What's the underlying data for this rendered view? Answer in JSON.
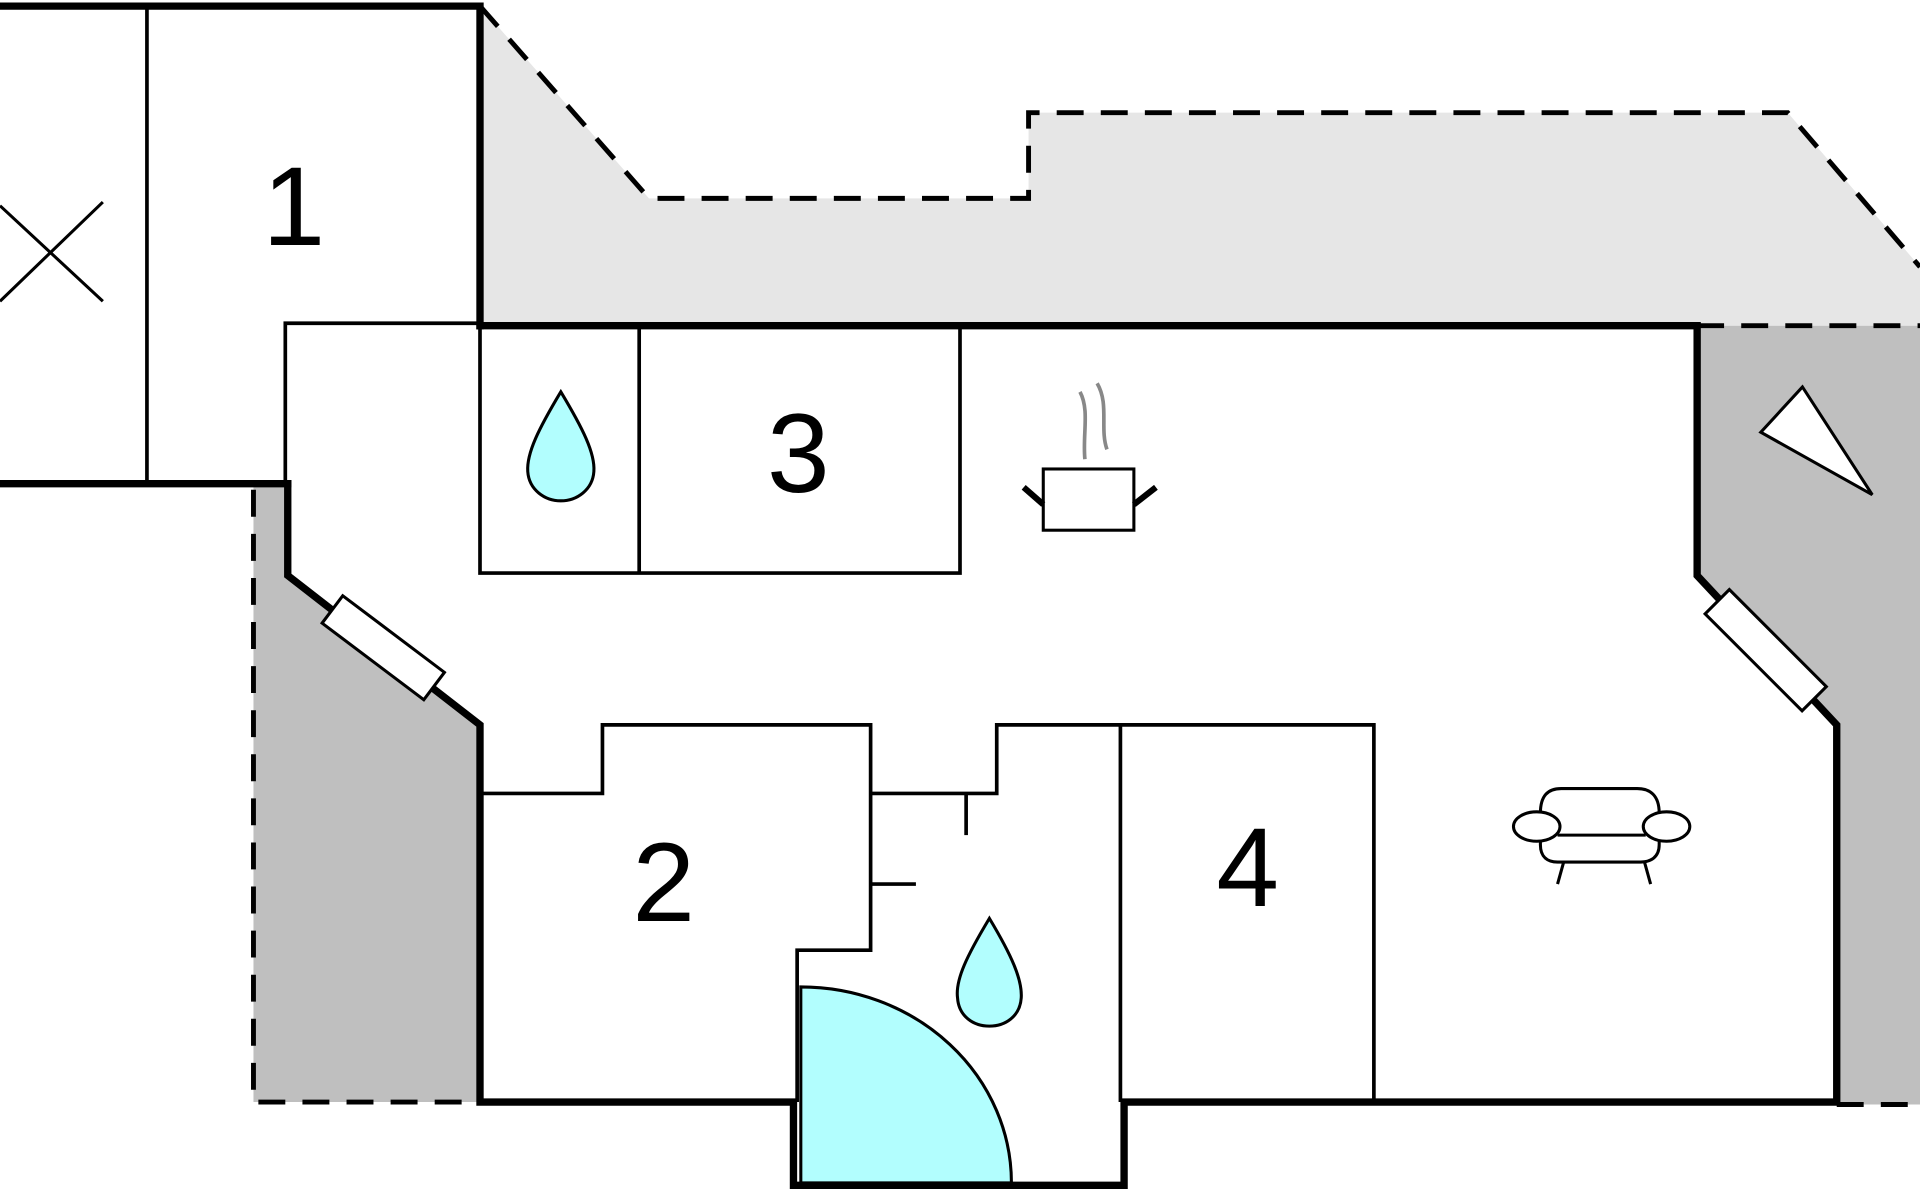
{
  "floorplan": {
    "rooms": [
      {
        "id": "1",
        "label": "1"
      },
      {
        "id": "2",
        "label": "2"
      },
      {
        "id": "3",
        "label": "3"
      },
      {
        "id": "4",
        "label": "4"
      }
    ],
    "icons": [
      {
        "name": "closet-x-icon"
      },
      {
        "name": "water-drop-icon"
      },
      {
        "name": "cooking-pot-icon"
      },
      {
        "name": "fireplace-triangle-icon"
      },
      {
        "name": "armchair-icon"
      },
      {
        "name": "shower-icon"
      }
    ],
    "colors": {
      "terrace": "#e6e6e6",
      "balcony": "#bfbfbf",
      "water": "#b2fefe",
      "wall": "#000000",
      "background": "#ffffff"
    }
  }
}
